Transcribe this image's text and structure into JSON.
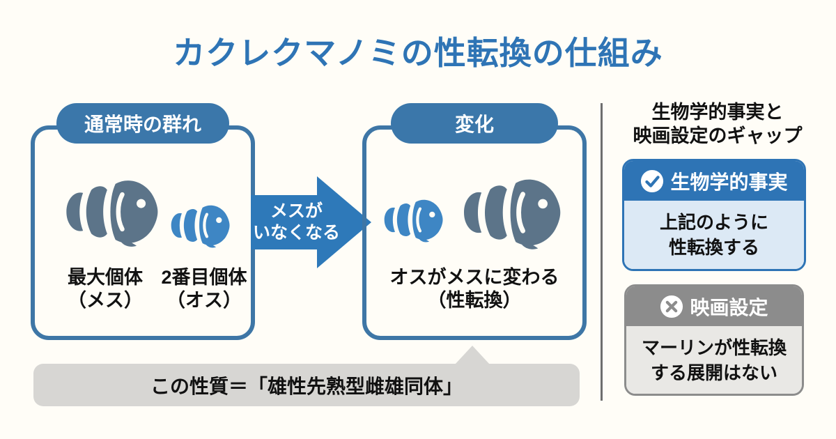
{
  "title": "カクレクマノミの性転換の仕組み",
  "diagram": {
    "box1": {
      "header": "通常時の群れ",
      "fish_large_label1": "最大個体",
      "fish_large_label2": "（メス）",
      "fish_small_label1": "2番目個体",
      "fish_small_label2": "（オス）"
    },
    "arrow": {
      "line1": "メスが",
      "line2": "いなくなる"
    },
    "box2": {
      "header": "変化",
      "label1": "オスがメスに変わる",
      "label2": "（性転換）"
    },
    "note": "この性質＝「雄性先熟型雌雄同体」"
  },
  "sidebar": {
    "heading1": "生物学的事実と",
    "heading2": "映画設定のギャップ",
    "fact_card": {
      "header": "生物学的事実",
      "body1": "上記のように",
      "body2": "性転換する"
    },
    "movie_card": {
      "header": "映画設定",
      "body1": "マーリンが性転換",
      "body2": "する展開はない"
    }
  },
  "icons": {
    "check": "check-circle-icon",
    "cross": "x-circle-icon",
    "fish": "clownfish-icon"
  },
  "colors": {
    "accent_blue": "#2E74B5",
    "panel_border_blue": "#3E76A6",
    "pill_blue": "#3B77AA",
    "fish_gray": "#5C7489",
    "fish_blue": "#3E86C4",
    "note_gray": "#D7D6D3",
    "card_gray": "#8C8C8C",
    "card_gray_body": "#E9E8E5",
    "card_blue_body": "#DCE9F5",
    "background": "#FFFDF7",
    "text": "#111111"
  }
}
